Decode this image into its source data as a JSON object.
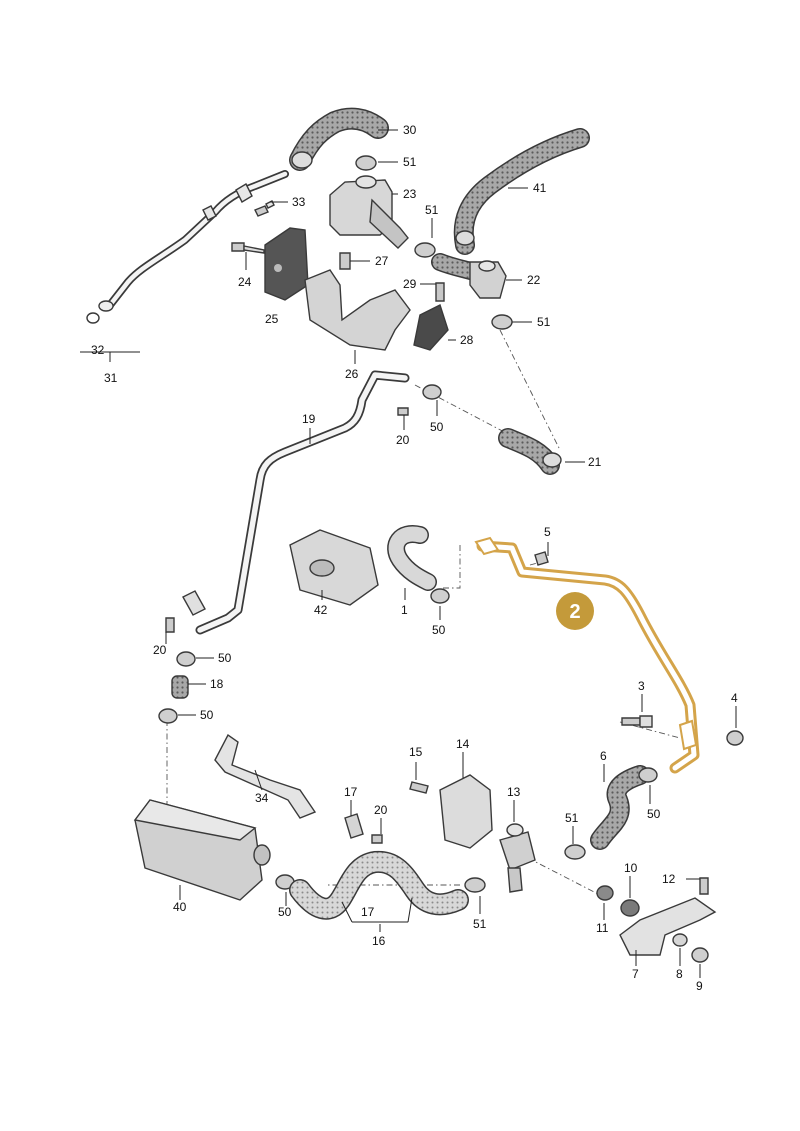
{
  "colors": {
    "highlight": "#d4a44a",
    "callout_fill": "#c49a3a",
    "line": "#3a3a3a",
    "hose_fill": "#9a9a9a"
  },
  "callout": {
    "number": "2"
  },
  "labels": [
    {
      "id": "l30",
      "text": "30"
    },
    {
      "id": "l51a",
      "text": "51"
    },
    {
      "id": "l23",
      "text": "23"
    },
    {
      "id": "l41",
      "text": "41"
    },
    {
      "id": "l33",
      "text": "33"
    },
    {
      "id": "l51b",
      "text": "51"
    },
    {
      "id": "l27",
      "text": "27"
    },
    {
      "id": "l24",
      "text": "24"
    },
    {
      "id": "l22",
      "text": "22"
    },
    {
      "id": "l29",
      "text": "29"
    },
    {
      "id": "l51c",
      "text": "51"
    },
    {
      "id": "l25",
      "text": "25"
    },
    {
      "id": "l28",
      "text": "28"
    },
    {
      "id": "l32",
      "text": "32"
    },
    {
      "id": "l31",
      "text": "31"
    },
    {
      "id": "l26",
      "text": "26"
    },
    {
      "id": "l19",
      "text": "19"
    },
    {
      "id": "l20a",
      "text": "20"
    },
    {
      "id": "l50a",
      "text": "50"
    },
    {
      "id": "l21",
      "text": "21"
    },
    {
      "id": "l5",
      "text": "5"
    },
    {
      "id": "l42",
      "text": "42"
    },
    {
      "id": "l1",
      "text": "1"
    },
    {
      "id": "l50b",
      "text": "50"
    },
    {
      "id": "l20b",
      "text": "20"
    },
    {
      "id": "l50c",
      "text": "50"
    },
    {
      "id": "l18",
      "text": "18"
    },
    {
      "id": "l50d",
      "text": "50"
    },
    {
      "id": "l3",
      "text": "3"
    },
    {
      "id": "l4",
      "text": "4"
    },
    {
      "id": "l15",
      "text": "15"
    },
    {
      "id": "l14",
      "text": "14"
    },
    {
      "id": "l6",
      "text": "6"
    },
    {
      "id": "l34",
      "text": "34"
    },
    {
      "id": "l13",
      "text": "13"
    },
    {
      "id": "l50e",
      "text": "50"
    },
    {
      "id": "l17a",
      "text": "17"
    },
    {
      "id": "l20c",
      "text": "20"
    },
    {
      "id": "l51d",
      "text": "51"
    },
    {
      "id": "l10",
      "text": "10"
    },
    {
      "id": "l12",
      "text": "12"
    },
    {
      "id": "l40",
      "text": "40"
    },
    {
      "id": "l50f",
      "text": "50"
    },
    {
      "id": "l17b",
      "text": "17"
    },
    {
      "id": "l51e",
      "text": "51"
    },
    {
      "id": "l11",
      "text": "11"
    },
    {
      "id": "l16",
      "text": "16"
    },
    {
      "id": "l7",
      "text": "7"
    },
    {
      "id": "l8",
      "text": "8"
    },
    {
      "id": "l9",
      "text": "9"
    }
  ]
}
